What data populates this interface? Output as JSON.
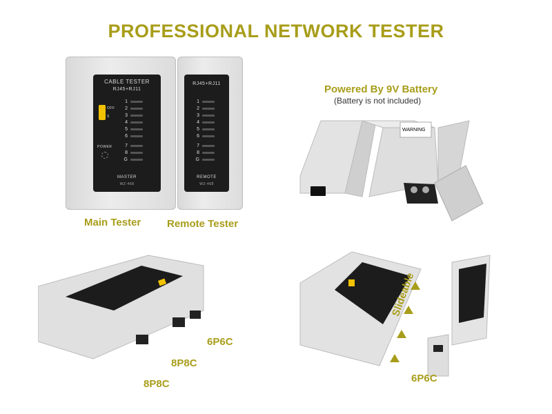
{
  "heading": "PROFESSIONAL NETWORK TESTER",
  "colors": {
    "accent": "#a89d1a",
    "panel": "#1c1c1c",
    "switch": "#f2c200",
    "body": "#e5e5e5"
  },
  "main_tester": {
    "label": "Main Tester",
    "panel_title": "CABLE TESTER",
    "panel_subtitle": "RJ45+RJ11",
    "leds": [
      "1",
      "2",
      "3",
      "4",
      "5",
      "6",
      "7",
      "8",
      "G"
    ],
    "switch_on": "OFF",
    "switch_slow": "S",
    "power_label": "POWER",
    "footer": "MASTER",
    "model": "WZ-468"
  },
  "remote_tester": {
    "label": "Remote Tester",
    "panel_subtitle": "RJ45+RJ11",
    "leds": [
      "1",
      "2",
      "3",
      "4",
      "5",
      "6",
      "7",
      "8",
      "G"
    ],
    "footer": "REMOTE",
    "model": "WZ-468"
  },
  "battery": {
    "title": "Powered By 9V Battery",
    "note": "(Battery is not included)",
    "warning": "WARNING"
  },
  "ports": {
    "port_6p6c_left": "6P6C",
    "port_8p8c_mid": "8P8C",
    "port_8p8c_bottom": "8P8C",
    "port_6p6c_right": "6P6C",
    "slideable": "Slideable"
  }
}
